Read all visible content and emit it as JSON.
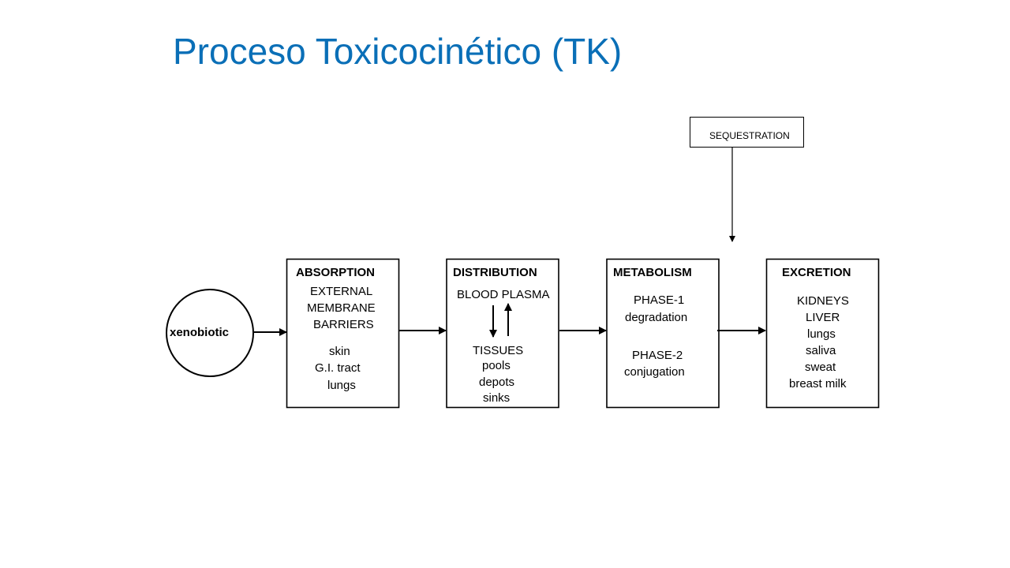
{
  "title": "Proceso Toxicocinético (TK)",
  "sequestration": "SEQUESTRATION",
  "xenobiotic": "xenobiotic",
  "absorption": {
    "heading": "ABSORPTION",
    "lines": [
      "EXTERNAL",
      "MEMBRANE",
      "BARRIERS",
      "skin",
      "G.I. tract",
      "lungs"
    ]
  },
  "distribution": {
    "heading": "DISTRIBUTION",
    "lines": [
      "BLOOD PLASMA",
      "TISSUES",
      "pools",
      "depots",
      "sinks"
    ]
  },
  "metabolism": {
    "heading": "METABOLISM",
    "lines": [
      "PHASE-1",
      "degradation",
      "PHASE-2",
      "conjugation"
    ]
  },
  "excretion": {
    "heading": "EXCRETION",
    "lines": [
      "KIDNEYS",
      "LIVER",
      "lungs",
      "saliva",
      "sweat",
      "breast milk"
    ]
  }
}
